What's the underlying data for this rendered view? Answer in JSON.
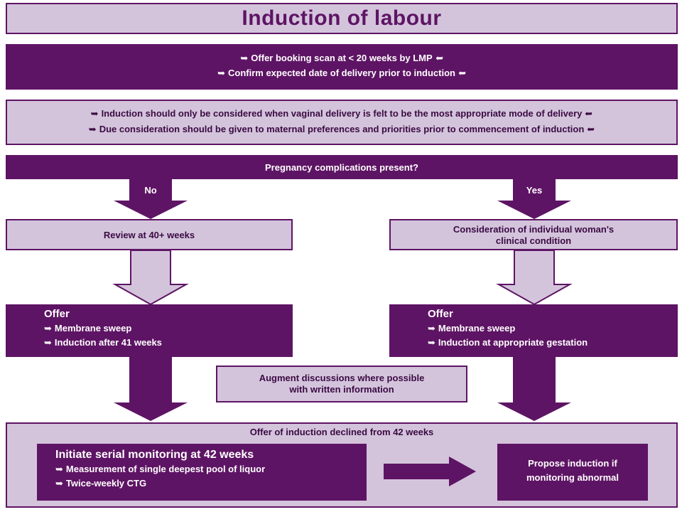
{
  "title": "Induction of labour",
  "booking": {
    "line1": "Offer booking scan at < 20 weeks by LMP",
    "line2": "Confirm expected date of delivery prior to induction"
  },
  "consider": {
    "line1": "Induction should only be considered when vaginal delivery is felt to be the most appropriate mode of delivery",
    "line2": "Due consideration should be given to maternal preferences and priorities prior to commencement of induction"
  },
  "question": "Pregnancy complications present?",
  "no_label": "No",
  "yes_label": "Yes",
  "left_review": "Review at 40+ weeks",
  "right_consider": {
    "line1": "Consideration of  individual woman's",
    "line2": "clinical condition"
  },
  "left_offer": {
    "heading": "Offer",
    "item1": "Membrane sweep",
    "item2": "Induction after 41 weeks"
  },
  "right_offer": {
    "heading": "Offer",
    "item1": "Membrane sweep",
    "item2": "Induction at appropriate gestation"
  },
  "augment": {
    "line1": "Augment discussions where possible",
    "line2": "with written information"
  },
  "declined": "Offer of induction declined from 42 weeks",
  "monitoring": {
    "heading": "Initiate serial monitoring at 42 weeks",
    "item1": "Measurement of single deepest pool of liquor",
    "item2": "Twice-weekly CTG"
  },
  "propose": {
    "line1": "Propose induction if",
    "line2": "monitoring abnormal"
  },
  "colors": {
    "dark_purple": "#5e1464",
    "light_purple": "#d3c4dc"
  }
}
